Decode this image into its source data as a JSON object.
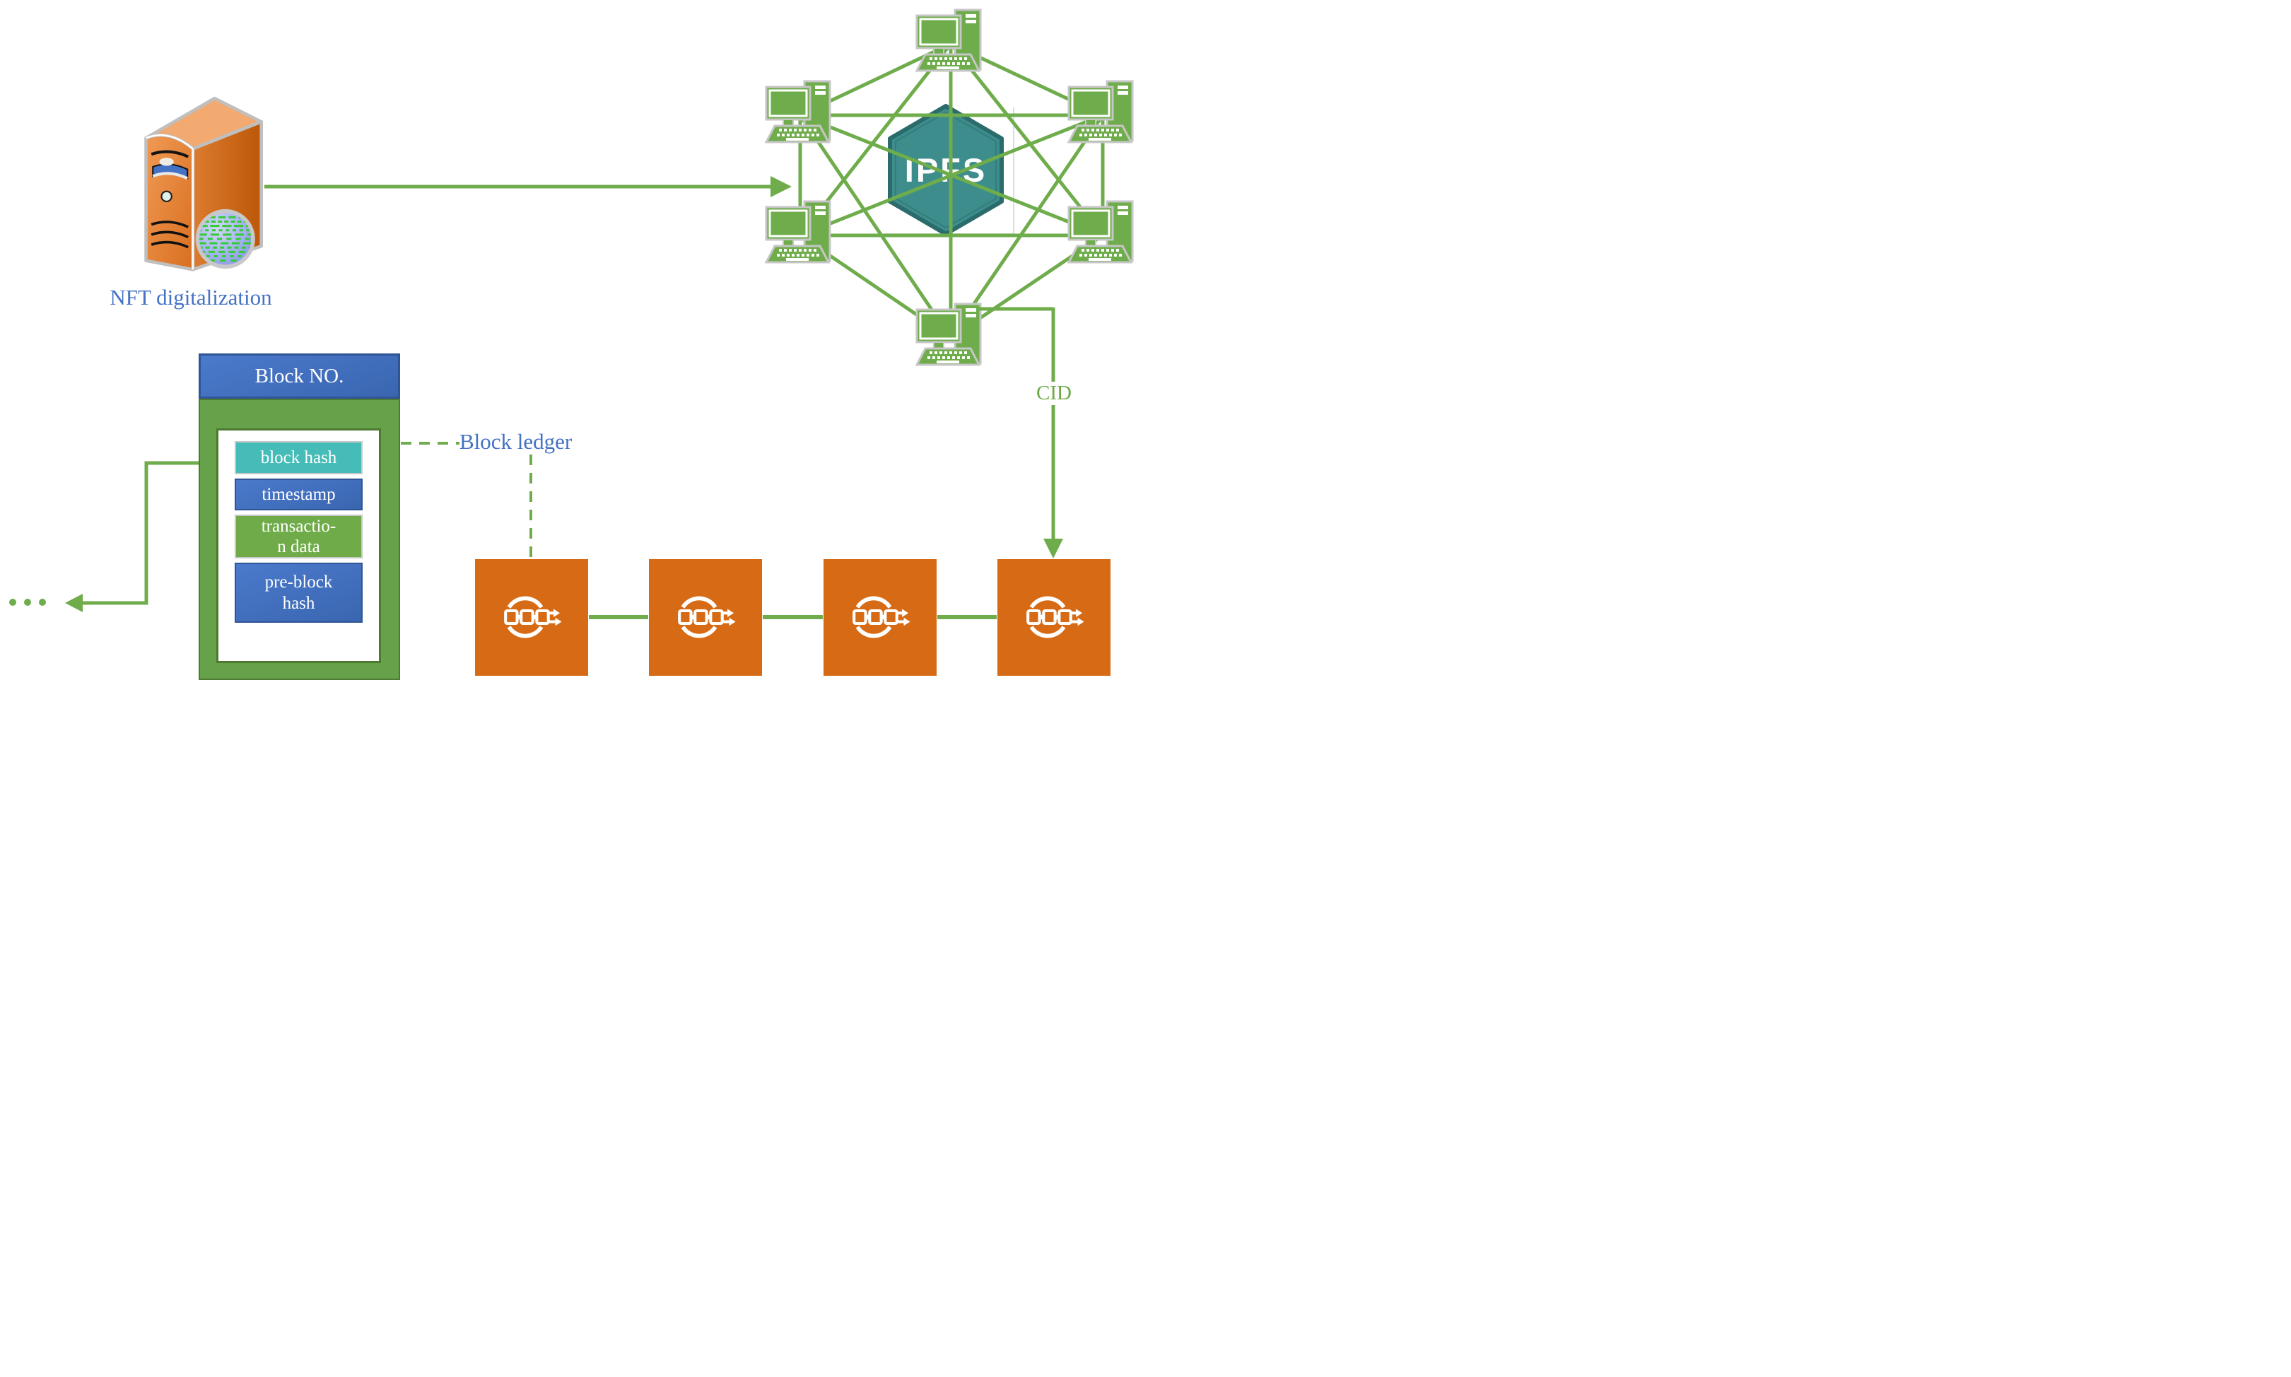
{
  "diagram": {
    "nft": {
      "label": "NFT digitalization"
    },
    "ipfs": {
      "logo": "IPFS",
      "cid": "CID"
    },
    "block": {
      "header": "Block NO.",
      "fields": [
        {
          "label": "block hash"
        },
        {
          "label": "timestamp"
        },
        {
          "label": "transactio-\nn data"
        },
        {
          "label": "pre-block\nhash"
        }
      ]
    },
    "ledger": {
      "label": "Block ledger"
    },
    "colors": {
      "green": "#6FAC4B",
      "blue": "#4472C4",
      "teal": "#45BCB7",
      "orange": "#D76B15",
      "ipfs_teal": "#3D8D8D"
    }
  }
}
